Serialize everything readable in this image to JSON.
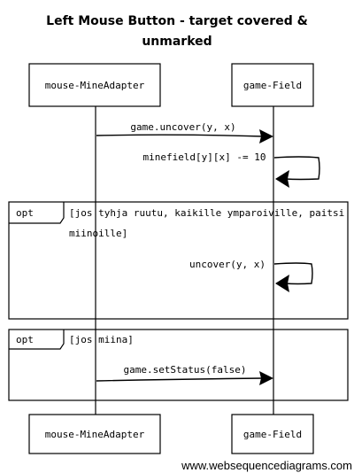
{
  "title_line1": "Left Mouse Button - target covered &",
  "title_line2": "unmarked",
  "participants": {
    "left": "mouse-MineAdapter",
    "right": "game-Field"
  },
  "messages": {
    "m1": "game.uncover(y, x)",
    "m2": "minefield[y][x] -= 10",
    "m3": "uncover(y, x)",
    "m4": "game.setStatus(false)"
  },
  "fragments": {
    "opt1": {
      "keyword": "opt",
      "guard_line1": "[jos tyhja ruutu, kaikille ymparoiville, paitsi",
      "guard_line2": "miinoille]"
    },
    "opt2": {
      "keyword": "opt",
      "guard_line1": "[jos miina]"
    }
  },
  "watermark": "www.websequencediagrams.com"
}
